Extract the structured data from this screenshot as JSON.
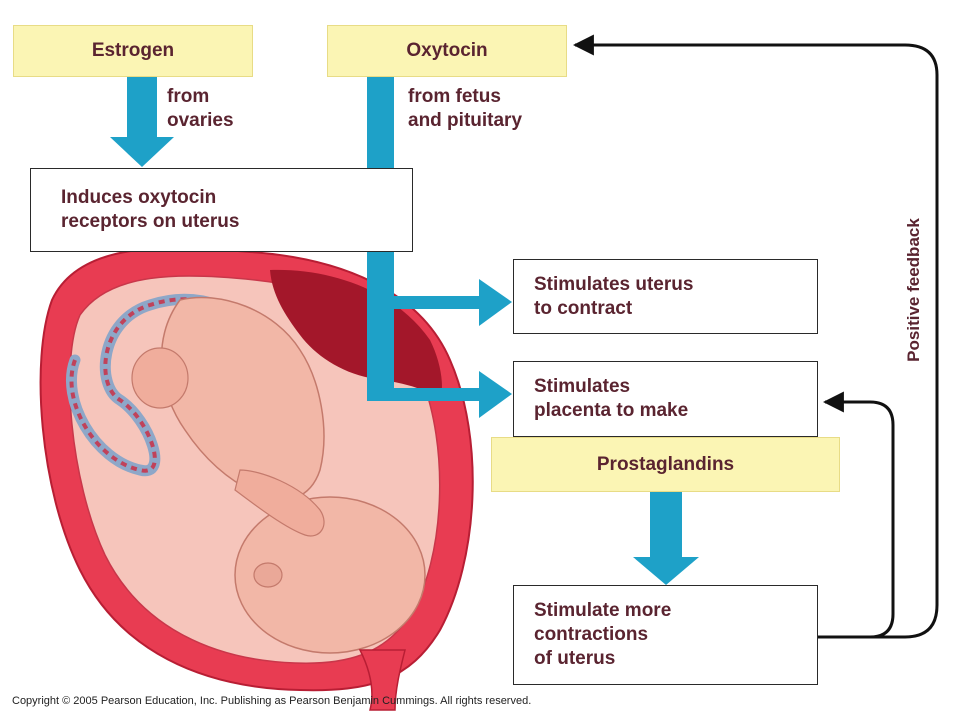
{
  "estrogen": {
    "label": "Estrogen",
    "source": [
      "from",
      "ovaries"
    ]
  },
  "oxytocin": {
    "label": "Oxytocin",
    "source": [
      "from fetus",
      "and pituitary"
    ]
  },
  "induces_box": {
    "lines": [
      "Induces oxytocin",
      "receptors on uterus"
    ]
  },
  "stimulates_uterus_box": {
    "lines": [
      "Stimulates uterus",
      "to contract"
    ]
  },
  "stimulates_placenta_box": {
    "lines": [
      "Stimulates",
      "placenta to make"
    ]
  },
  "prostaglandins": {
    "label": "Prostaglandins"
  },
  "more_contractions_box": {
    "lines": [
      "Stimulate more",
      "contractions",
      "of uterus"
    ]
  },
  "feedback_loop": {
    "label": "Positive feedback"
  },
  "copyright": "Copyright © 2005 Pearson Education, Inc. Publishing as Pearson Benjamin Cummings. All rights reserved.",
  "colors": {
    "flow_arrow": "#1ea1c8",
    "label_box": "#fbf5b4",
    "text": "#5a2430",
    "uterus": "#e83c52",
    "fetus_skin": "#f2b7a7",
    "placenta": "#a3172a"
  }
}
